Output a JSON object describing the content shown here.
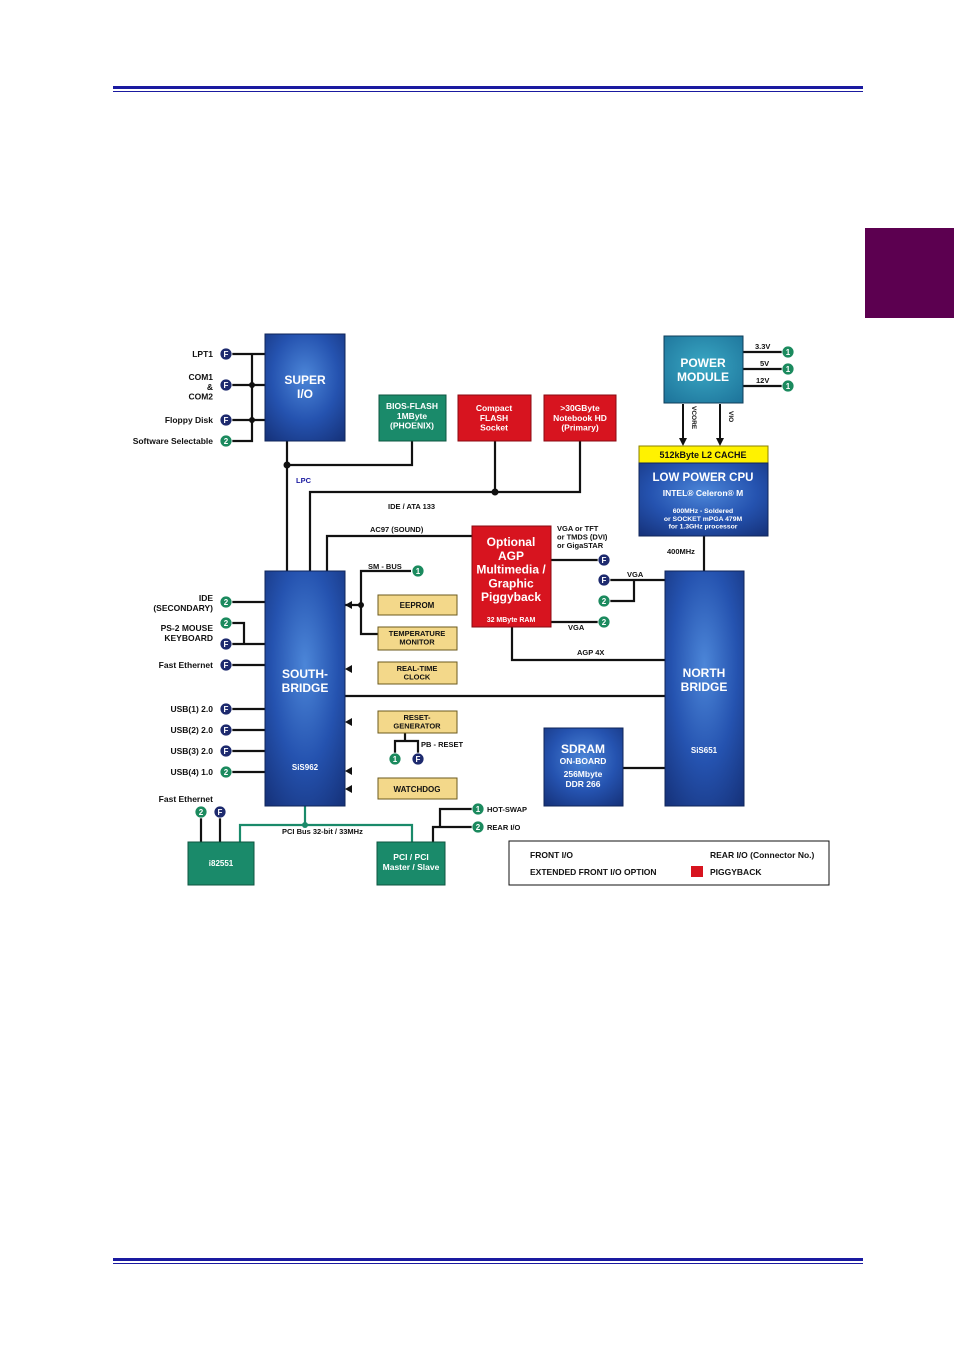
{
  "colors": {
    "rule": "#1a1aa0",
    "tab": "#5c0050",
    "chip_blue": "#1f4fa8",
    "chip_green": "#1a8a6a",
    "piggyback_red": "#d7141f",
    "logic_yellow": "#f3d88a",
    "cache_yellow": "#fff200",
    "circle_green": "#1b8a5e",
    "circle_navy": "#1d2a6e"
  },
  "blocks": {
    "super_io": "SUPER\nI/O",
    "bios_flash": "BIOS-FLASH\n1MByte\n(PHOENIX)",
    "compact_flash": "Compact\nFLASH\nSocket",
    "notebook_hd": ">30GByte\nNotebook HD\n(Primary)",
    "power_module": "POWER\nMODULE",
    "l2_cache": "512kByte  L2 CACHE",
    "cpu_title": "LOW POWER CPU",
    "cpu_sub": "INTEL® Celeron® M",
    "cpu_detail": "600MHz - Soldered\nor SOCKET mPGA 479M\nfor 1.3GHz processor",
    "southbridge": "SOUTH-\nBRIDGE",
    "southbridge_chip": "SiS962",
    "northbridge": "NORTH\nBRIDGE",
    "northbridge_chip": "SiS651",
    "agp": "Optional\nAGP\nMultimedia /\nGraphic\nPiggyback",
    "agp_ram": "32 MByte RAM",
    "eeprom": "EEPROM",
    "temp_monitor": "TEMPERATURE\nMONITOR",
    "rtc": "REAL-TIME\nCLOCK",
    "reset_gen": "RESET-\nGENERATOR",
    "watchdog": "WATCHDOG",
    "sdram": "SDRAM",
    "sdram_sub": "ON-BOARD",
    "sdram_detail": "256Mbyte\nDDR 266",
    "i82551": "i82551",
    "pci_bridge": "PCI / PCI\nMaster / Slave"
  },
  "left_labels": {
    "lpt1": "LPT1",
    "com": "COM1\n&\nCOM2",
    "floppy": "Floppy Disk",
    "software": "Software Selectable",
    "ide_secondary": "IDE\n(SECONDARY)",
    "ps2": "PS-2 MOUSE\nKEYBOARD",
    "fast_eth1": "Fast Ethernet",
    "usb1": "USB(1) 2.0",
    "usb2": "USB(2) 2.0",
    "usb3": "USB(3) 2.0",
    "usb4": "USB(4) 1.0",
    "fast_eth2": "Fast Ethernet"
  },
  "bus_labels": {
    "lpc": "LPC",
    "ide_ata": "IDE / ATA 133",
    "ac97": "AC97 (SOUND)",
    "sm_bus": "SM - BUS",
    "pb_reset": "PB - RESET",
    "vga_tft": "VGA or TFT\nor TMDS (DVI)\nor GigaSTAR",
    "vga1": "VGA",
    "vga2": "VGA",
    "agp4x": "AGP 4X",
    "mhz400": "400MHz",
    "v33": "3.3V",
    "v5": "5V",
    "v12": "12V",
    "vcore": "VCORE",
    "vio": "VIO",
    "pci_bus": "PCI Bus 32-bit / 33MHz",
    "hot_swap": "HOT-SWAP",
    "rear_io": "REAR I/O"
  },
  "legend": {
    "front_io": "FRONT I/O",
    "ext_front_io": "EXTENDED FRONT I/O OPTION",
    "rear_io": "REAR I/O (Connector No.)",
    "piggyback": "PIGGYBACK"
  },
  "markers": {
    "front": "F",
    "one": "1",
    "two": "2"
  }
}
